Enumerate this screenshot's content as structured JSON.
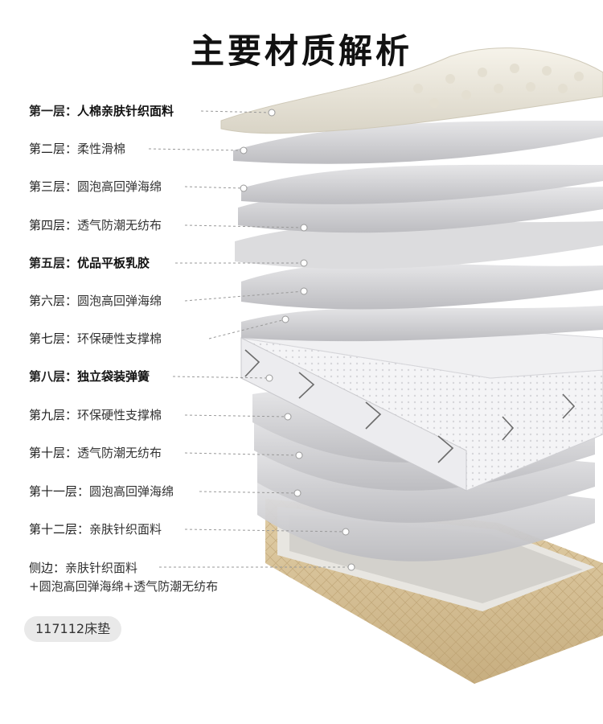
{
  "title": "主要材质解析",
  "layers": [
    {
      "level": "第一层：",
      "material": "人棉亲肤针织面料",
      "bold": true
    },
    {
      "level": "第二层：",
      "material": "柔性滑棉",
      "bold": false
    },
    {
      "level": "第三层：",
      "material": "圆泡高回弹海绵",
      "bold": false
    },
    {
      "level": "第四层：",
      "material": "透气防潮无纺布",
      "bold": false
    },
    {
      "level": "第五层：",
      "material": "优品平板乳胶",
      "bold": true
    },
    {
      "level": "第六层：",
      "material": "圆泡高回弹海绵",
      "bold": false
    },
    {
      "level": "第七层：",
      "material": "环保硬性支撑棉",
      "bold": false
    },
    {
      "level": "第八层：",
      "material": "独立袋装弹簧",
      "bold": true
    },
    {
      "level": "第九层：",
      "material": "环保硬性支撑棉",
      "bold": false
    },
    {
      "level": "第十层：",
      "material": "透气防潮无纺布",
      "bold": false
    },
    {
      "level": "第十一层：",
      "material": "圆泡高回弹海绵",
      "bold": false
    },
    {
      "level": "第十二层：",
      "material": "亲肤针织面料",
      "bold": false
    }
  ],
  "side": {
    "level": "侧边：",
    "material": "亲肤针织面料",
    "extra": "+圆泡高回弹海绵+透气防潮无纺布"
  },
  "model": "117112床垫",
  "colors": {
    "leader_line": "#999999",
    "dot": "#ffffff",
    "base_fabric": "#d8c39c"
  }
}
